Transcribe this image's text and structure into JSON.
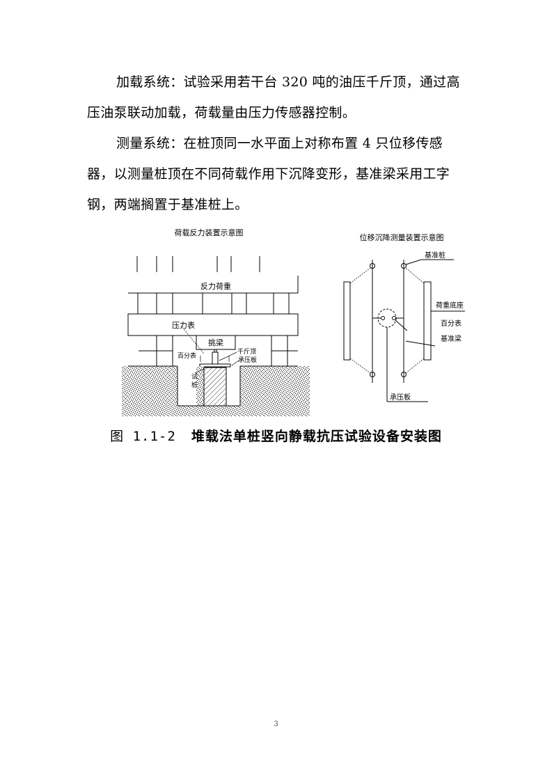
{
  "paragraphs": [
    {
      "label": "加载系统：",
      "text": "试验采用若干台 320 吨的油压千斤顶，通过高压油泵联动加载，荷载量由压力传感器控制。"
    },
    {
      "label": "测量系统：",
      "text": "在桩顶同一水平面上对称布置 4 只位移传感器，以测量桩顶在不同荷载作用下沉降变形，基准梁采用工字钢，两端搁置于基准桩上。"
    }
  ],
  "figures": {
    "left": {
      "title": "荷载反力装置示意图",
      "labels": {
        "counterweight": "反力荷重",
        "pressure_gauge": "压力表",
        "beam": "挑梁",
        "dial_gauge": "百分表",
        "jack": "千斤顶",
        "bearing_plate": "承压板",
        "test_pile_1": "试",
        "test_pile_2": "桩"
      }
    },
    "right": {
      "title": "位移沉降测量装置示意图",
      "labels": {
        "reference_pile": "基准桩",
        "counterweight_base": "荷重底座",
        "dial_gauge": "百分表",
        "reference_beam": "基准梁",
        "bearing_plate": "承压板"
      }
    }
  },
  "caption": {
    "number": "图 1.1-2",
    "text": "堆载法单桩竖向静载抗压试验设备安装图"
  },
  "page_number": "3"
}
